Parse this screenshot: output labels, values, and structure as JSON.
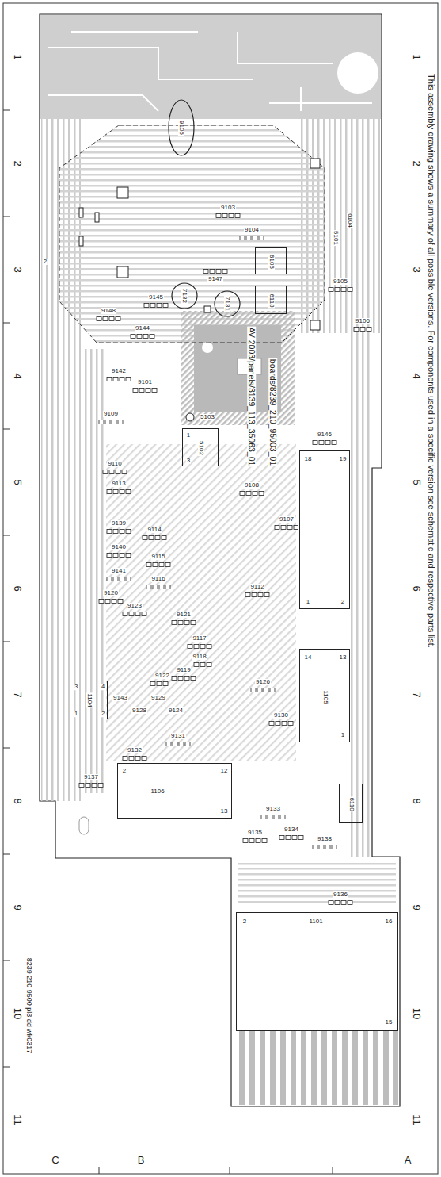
{
  "diagram": {
    "nodes": [
      {
        "text": [
          "9105"
        ]
      },
      {
        "text": [
          "6106"
        ]
      },
      {
        "text": [
          "6113"
        ]
      },
      {
        "text": [
          "7132"
        ]
      },
      {
        "text": [
          "7131"
        ]
      },
      {
        "text": [
          "5102",
          "1",
          "3"
        ]
      },
      {
        "text": [
          "18",
          "19",
          "2",
          "1"
        ]
      },
      {
        "text": [
          "14",
          "13",
          "1105",
          "1"
        ]
      },
      {
        "text": [
          "1104",
          "3",
          "4",
          "2",
          "1"
        ]
      },
      {
        "text": [
          "1106",
          "2",
          "12",
          "13"
        ]
      },
      {
        "text": [
          "6110"
        ]
      },
      {
        "text": [
          "2",
          "1101",
          "16",
          "15"
        ]
      }
    ],
    "labels": [
      "This assembly drawing shows a summary of all possible versions.  For components used in a specific version see schematic and respective parts list.",
      "8239 210 9500 pl3 dd wk0317",
      "1",
      "2",
      "3",
      "4",
      "5",
      "6",
      "7",
      "8",
      "9",
      "10",
      "11",
      "1",
      "2",
      "3",
      "4",
      "5",
      "6",
      "7",
      "8",
      "9",
      "10",
      "11",
      "C",
      "B",
      "A",
      "2",
      "9103",
      "9104",
      "6104",
      "5101",
      "9147",
      "9105",
      "9106",
      "9145",
      "9144",
      "9148",
      "9142",
      "9101",
      "AV 2003/panels/3139_113_35063_01",
      "boards/8239_210_95003_01",
      "9109",
      "5103",
      "9110",
      "9113",
      "9108",
      "9146",
      "9107",
      "9139",
      "9114",
      "9140",
      "9115",
      "9141",
      "9116",
      "9120",
      "9112",
      "9123",
      "9121",
      "9117",
      "9118",
      "9119",
      "9122",
      "9126",
      "9143",
      "9129",
      "9128",
      "9124",
      "9130",
      "9131",
      "9132",
      "9137",
      "9133",
      "9134",
      "9135",
      "9138",
      "9136"
    ]
  }
}
